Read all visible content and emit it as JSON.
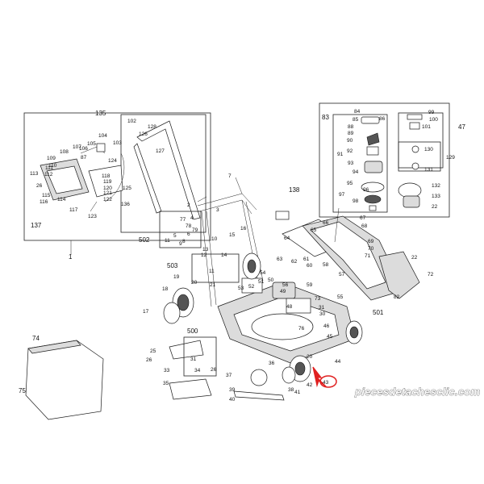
{
  "diagram": {
    "labels": {
      "135": "135",
      "102": "102",
      "128": "128",
      "126": "126",
      "127": "127",
      "107": "107",
      "104": "104",
      "108": "108",
      "105": "105",
      "109": "109",
      "106": "106",
      "103": "103",
      "87": "87",
      "124": "124",
      "113": "113",
      "112": "112",
      "111": "111",
      "110": "110",
      "26": "26",
      "118": "118",
      "119": "119",
      "120": "120",
      "121": "121",
      "122": "122",
      "125": "125",
      "115": "115",
      "114": "114",
      "116": "116",
      "117": "117",
      "123": "123",
      "136": "136",
      "137": "137",
      "1": "1",
      "83": "83",
      "84": "84",
      "85": "85",
      "86": "86",
      "89": "89",
      "90": "90",
      "92": "92",
      "91": "91",
      "93": "93",
      "94": "94",
      "95": "95",
      "96": "96",
      "97": "97",
      "98": "98",
      "99": "99",
      "100": "100",
      "101": "101",
      "47": "47",
      "88": "88",
      "130": "130",
      "129": "129",
      "131": "131",
      "132": "132",
      "133": "133",
      "22": "22",
      "7": "7",
      "2": "2",
      "4": "4",
      "3": "3",
      "138": "138",
      "66": "66",
      "67": "67",
      "68": "68",
      "69": "69",
      "70": "70",
      "71": "71",
      "22b": "22",
      "72": "72",
      "82": "82",
      "65": "65",
      "64": "64",
      "502": "502",
      "77": "77",
      "78": "78",
      "79": "79",
      "6": "6",
      "5": "5",
      "9": "9",
      "11": "11",
      "8": "8",
      "10": "10",
      "15": "15",
      "16": "16",
      "63": "63",
      "62": "62",
      "61": "61",
      "60": "60",
      "58": "58",
      "57": "57",
      "503": "503",
      "13": "13",
      "12": "12",
      "14": "14",
      "11b": "11",
      "54": "54",
      "53": "53",
      "51": "51",
      "50": "50",
      "49": "49",
      "52": "52",
      "56": "56",
      "59": "59",
      "55": "55",
      "73": "73",
      "48": "48",
      "31": "31",
      "30": "30",
      "501": "501",
      "76": "76",
      "46": "46",
      "45": "45",
      "44": "44",
      "18": "18",
      "17": "17",
      "19": "19",
      "20": "20",
      "21": "21",
      "500": "500",
      "74": "74",
      "25": "25",
      "26b": "26",
      "31b": "31",
      "26c": "26",
      "33": "33",
      "34": "34",
      "35": "35",
      "75": "75",
      "37": "37",
      "36": "36",
      "39": "39",
      "40": "40",
      "38": "38",
      "20b": "20",
      "42": "42",
      "43": "43",
      "41": "41"
    }
  },
  "watermark": "piecesdetachesclic.com",
  "highlight": {
    "part": "43",
    "color": "#e02020"
  }
}
